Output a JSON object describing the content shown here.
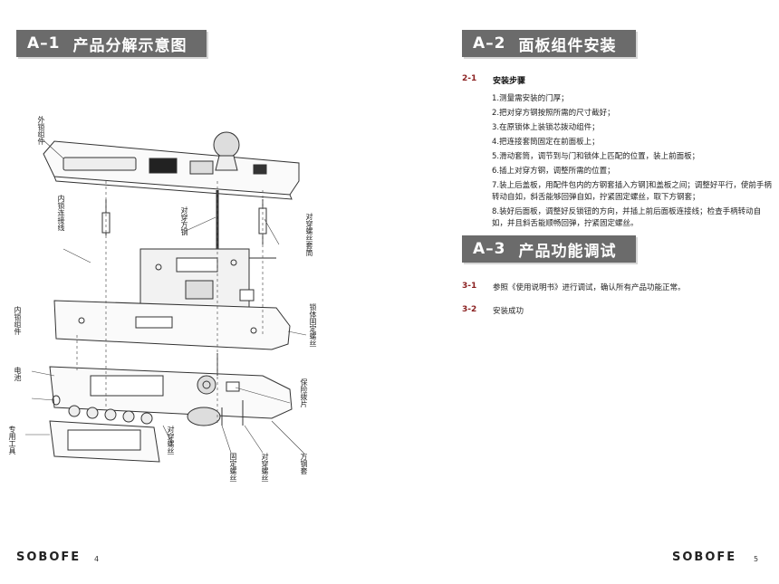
{
  "left_page": {
    "section": {
      "code": "A–1",
      "title": "产品分解示意图"
    },
    "labels": {
      "outer_lock": "外锁组件",
      "inner_cable": "内锁连接线",
      "square_steel": "对穿方钢",
      "screw_sleeve": "对穿螺丝套筒",
      "lock_screw": "锁体固定螺丝",
      "inner_lock": "内锁组件",
      "battery": "电池",
      "special_tool": "专用工具",
      "through_screw_1": "对穿螺丝",
      "fix_screw": "固定螺丝",
      "through_screw_2": "对穿螺丝",
      "square_sleeve": "方钢套",
      "protect_sheet": "保险拨片"
    },
    "footer": {
      "brand": "SOBOFE",
      "page": "4"
    }
  },
  "right_page": {
    "section_a2": {
      "code": "A–2",
      "title": "面板组件安装"
    },
    "step_2_1": {
      "num": "2-1",
      "title": "安装步骤"
    },
    "steps": [
      "1.测量需安装的门厚；",
      "2.把对穿方钢按照所需的尺寸截好；",
      "3.在原锁体上装锁芯拨动组件；",
      "4.把连接套筒固定在前面板上；",
      "5.滑动套筒，调节到与门和锁体上匹配的位置，装上前面板；",
      "6.插上对穿方钢，调整所需的位置；",
      "7.装上后盖板，用配件包内的方钢套插入方钢]和盖板之间；调整好平行，使前手柄转动自如，斜舌能够回弹自如，拧紧固定螺丝，取下方钢套；",
      "8.装好后面板，调整好反锁钮的方向，并插上前后面板连接线；检查手柄转动自如，并且斜舌能顺畅回弹，拧紧固定螺丝。"
    ],
    "section_a3": {
      "code": "A–3",
      "title": "产品功能调试"
    },
    "step_3_1": {
      "num": "3-1",
      "text": "参照《使用说明书》进行调试，确认所有产品功能正常。"
    },
    "step_3_2": {
      "num": "3-2",
      "text": "安装成功"
    },
    "footer": {
      "brand": "SOBOFE",
      "page": "5"
    }
  }
}
